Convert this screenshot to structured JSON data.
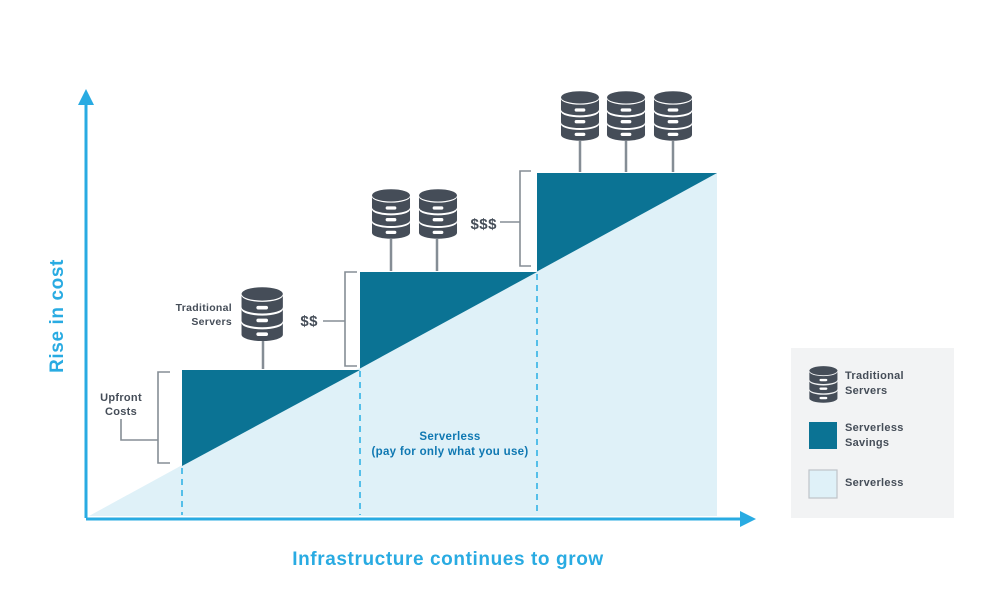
{
  "axes": {
    "y_label": "Rise in cost",
    "x_label": "Infrastructure continues to grow"
  },
  "labels": {
    "traditional_servers": {
      "line1": "Traditional",
      "line2": "Servers"
    },
    "upfront_costs": {
      "line1": "Upfront",
      "line2": "Costs"
    },
    "cost_step2": "$$",
    "cost_step3": "$$$",
    "serverless_area": {
      "line1": "Serverless",
      "line2": "(pay for only what you use)"
    }
  },
  "legend": {
    "items": [
      {
        "swatch": "server-icon",
        "line1": "Traditional",
        "line2": "Servers"
      },
      {
        "swatch": "teal-square",
        "line1": "Serverless",
        "line2": "Savings"
      },
      {
        "swatch": "light-blue-square",
        "line1": "Serverless",
        "line2": ""
      }
    ]
  },
  "diagram": {
    "steps": [
      {
        "server_count": 1,
        "cost_label": "Upfront Costs"
      },
      {
        "server_count": 2,
        "cost_label": "$$"
      },
      {
        "server_count": 3,
        "cost_label": "$$$"
      }
    ]
  },
  "colors": {
    "axis_cyan": "#29abe2",
    "serverless_savings_teal": "#0b7394",
    "serverless_light_blue": "#dff1f8",
    "dashed_guide": "#55bfe9",
    "icon_slate": "#454d58",
    "connector_gray": "#858d95",
    "serverless_text_blue": "#0f78b2",
    "legend_panel_bg": "#f2f3f4",
    "legend_swatch_border": "#bfc4c8"
  }
}
